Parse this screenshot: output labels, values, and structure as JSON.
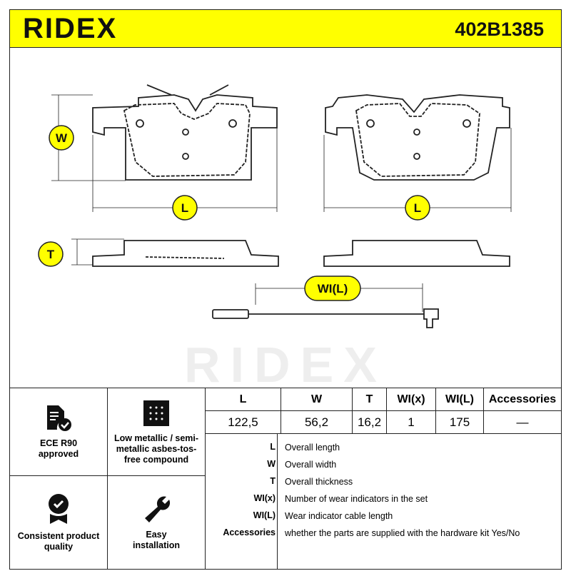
{
  "header": {
    "brand": "RIDEX",
    "part_number": "402B1385"
  },
  "diagram": {
    "labels": {
      "w": "W",
      "l": "L",
      "t": "T",
      "wil": "WI(L)"
    },
    "watermark": "RIDEX"
  },
  "features": [
    {
      "icon": "document-check-icon",
      "label": "ECE R90 approved"
    },
    {
      "icon": "compound-texture-icon",
      "label": "Low metallic / semi-metallic asbes-tos-free compound"
    },
    {
      "icon": "quality-badge-icon",
      "label": "Consistent product quality"
    },
    {
      "icon": "wrench-icon",
      "label": "Easy installation"
    }
  ],
  "specs": {
    "headers": [
      "L",
      "W",
      "T",
      "WI(x)",
      "WI(L)",
      "Accessories"
    ],
    "values": [
      "122,5",
      "56,2",
      "16,2",
      "1",
      "175",
      "—"
    ]
  },
  "legend": [
    {
      "key": "L",
      "desc": "Overall length"
    },
    {
      "key": "W",
      "desc": "Overall width"
    },
    {
      "key": "T",
      "desc": "Overall thickness"
    },
    {
      "key": "WI(x)",
      "desc": "Number of wear indicators in the set"
    },
    {
      "key": "WI(L)",
      "desc": "Wear indicator cable length"
    },
    {
      "key": "Accessories",
      "desc": "whether the parts are supplied with the hardware kit Yes/No"
    }
  ],
  "colors": {
    "accent": "#ffff00",
    "line": "#222222"
  }
}
